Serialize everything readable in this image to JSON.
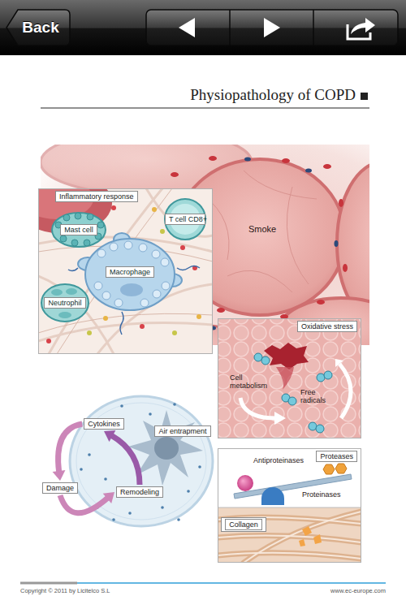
{
  "diagram": {
    "title": "Physiopathology of COPD",
    "nodes": [
      {
        "text": [
          "Back"
        ]
      },
      {
        "text": [
          "Inflammatory response"
        ]
      },
      {
        "text": [
          "Mast cell"
        ],
        "in": 1
      },
      {
        "text": [
          "T cell CD8+"
        ],
        "in": 1
      },
      {
        "text": [
          "Macrophage"
        ],
        "in": 1
      },
      {
        "text": [
          "Neutrophil"
        ],
        "in": 1
      },
      {
        "text": [
          "Oxidative stress"
        ]
      },
      {
        "text": [
          "Cytokines"
        ]
      },
      {
        "text": [
          "Air entrapment"
        ]
      },
      {
        "text": [
          "Damage"
        ]
      },
      {
        "text": [
          "Remodeling"
        ]
      },
      {
        "text": [
          "Proteases"
        ]
      },
      {
        "text": [
          "Collagen"
        ],
        "in": 11
      }
    ],
    "edges": [
      {
        "from": 7,
        "to": 9,
        "arrow": "to"
      },
      {
        "from": 9,
        "to": 10,
        "arrow": "to"
      },
      {
        "from": 10,
        "to": 7,
        "arrow": "to"
      }
    ],
    "labels": [
      "Smoke",
      "Cell metabolism",
      "Free radicals",
      "Antiproteinases",
      "Proteinases",
      "Copyright © 2011 by Licitelco S.L",
      "www.ec-europe.com"
    ]
  }
}
